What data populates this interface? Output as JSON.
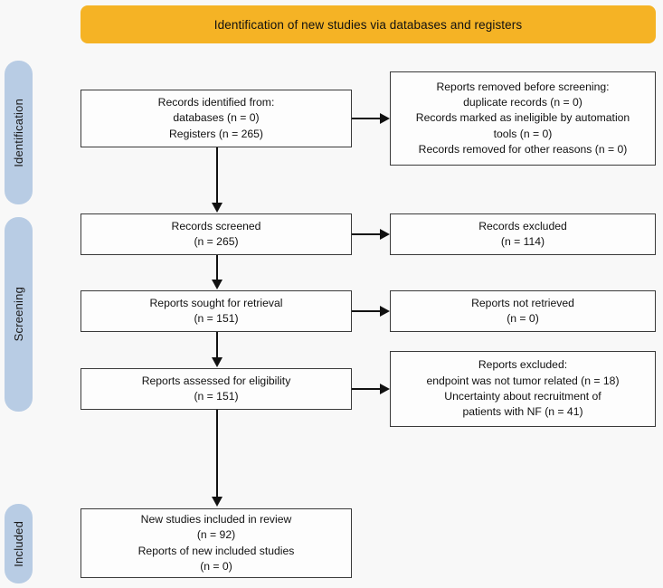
{
  "diagram": {
    "title_banner": "Identification of new studies via databases and registers",
    "stages": [
      {
        "id": "identification",
        "label": "Identification"
      },
      {
        "id": "screening",
        "label": "Screening"
      },
      {
        "id": "included",
        "label": "Included"
      }
    ],
    "colors": {
      "banner": "#F5B325",
      "stage_tab": "#B8CCE4",
      "box_border": "#3A3A3A",
      "background": "#F8F8F8",
      "connector": "#111111"
    },
    "boxes": {
      "identified": {
        "lines": [
          "Records identified from:",
          "databases (n = 0)",
          "Registers (n = 265)"
        ]
      },
      "removed_before_screening": {
        "lines": [
          "Reports removed before screening:",
          "duplicate records (n = 0)",
          "Records marked as ineligible by automation",
          "tools (n = 0)",
          "Records removed for other reasons (n = 0)"
        ]
      },
      "records_screened": {
        "lines": [
          "Records screened",
          "(n = 265)"
        ]
      },
      "records_excluded": {
        "lines": [
          "Records excluded",
          "(n = 114)"
        ]
      },
      "reports_sought": {
        "lines": [
          "Reports sought for retrieval",
          "(n = 151)"
        ]
      },
      "reports_not_retrieved": {
        "lines": [
          "Reports not retrieved",
          "(n = 0)"
        ]
      },
      "reports_assessed": {
        "lines": [
          "Reports assessed for eligibility",
          "(n = 151)"
        ]
      },
      "reports_excluded": {
        "lines": [
          "Reports excluded:",
          "endpoint was not tumor related (n = 18)",
          "Uncertainty about recruitment of",
          "patients with NF (n = 41)"
        ]
      },
      "new_studies_included": {
        "lines": [
          "New studies included in review",
          "(n = 92)",
          "Reports of new included studies",
          "(n = 0)"
        ]
      }
    }
  }
}
